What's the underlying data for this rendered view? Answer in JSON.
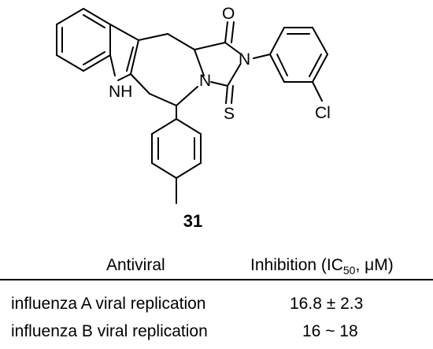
{
  "molecule": {
    "atoms": {
      "O": "O",
      "N_imide": "N",
      "N_ring": "N",
      "NH": "NH",
      "S": "S",
      "Cl": "Cl"
    }
  },
  "compound_label": "31",
  "table": {
    "headers": {
      "antiviral": "Antiviral",
      "inhibition_prefix": "Inhibition (IC",
      "inhibition_sub": "50",
      "inhibition_suffix": ", μM)"
    },
    "rows": [
      {
        "antiviral": "influenza A viral replication",
        "inhibition": "16.8 ± 2.3"
      },
      {
        "antiviral": "influenza B viral replication",
        "inhibition": "16 ~ 18"
      }
    ]
  }
}
